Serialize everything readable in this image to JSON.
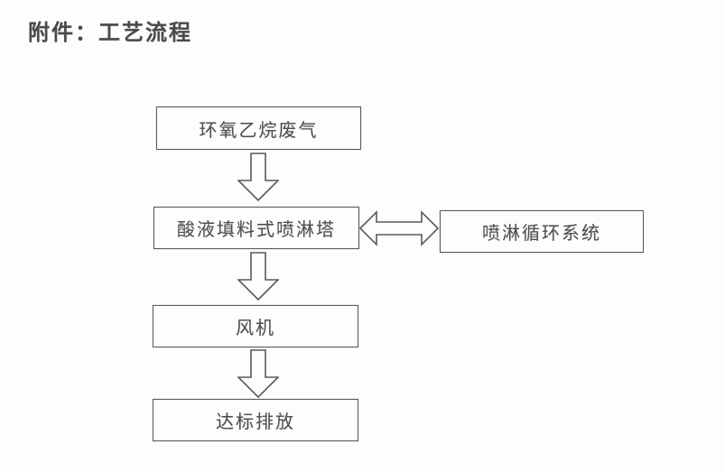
{
  "page": {
    "title": "附件：工艺流程"
  },
  "flowchart": {
    "nodes": [
      {
        "id": "waste-gas",
        "label": "环氧乙烷废气"
      },
      {
        "id": "spray-tower",
        "label": "酸液填料式喷淋塔"
      },
      {
        "id": "spray-circulation",
        "label": "喷淋循环系统"
      },
      {
        "id": "fan",
        "label": "风机"
      },
      {
        "id": "discharge",
        "label": "达标排放"
      }
    ],
    "edges": [
      {
        "from": "waste-gas",
        "to": "spray-tower",
        "type": "block-arrow-down"
      },
      {
        "from": "spray-tower",
        "to": "spray-circulation",
        "type": "block-arrow-double-horizontal"
      },
      {
        "from": "spray-tower",
        "to": "fan",
        "type": "block-arrow-down"
      },
      {
        "from": "fan",
        "to": "discharge",
        "type": "block-arrow-down"
      }
    ],
    "colors": {
      "line": "#5a5a5a",
      "text": "#4e4e4e",
      "background": "#fdfdfc"
    }
  }
}
